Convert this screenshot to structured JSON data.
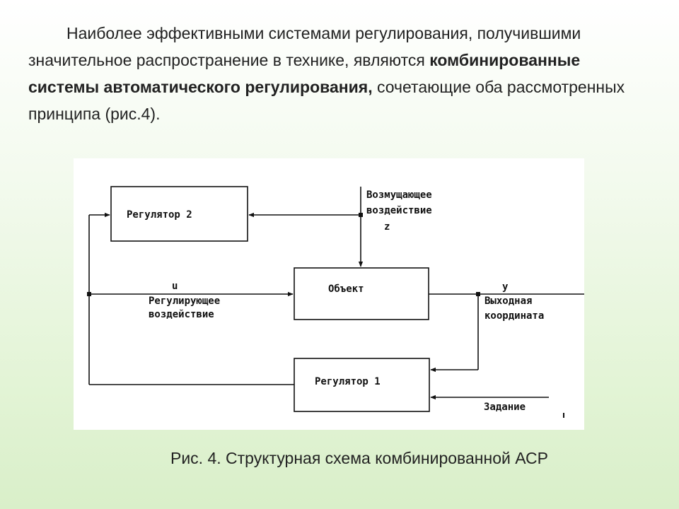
{
  "slide": {
    "paragraph": {
      "part1": "Наиболее эффективными системами регулирования, получившими значительное распространение в технике, являются ",
      "bold": "комбинированные системы автоматического регулирования,",
      "part2": " сочетающие оба рассмотренных принципа (рис.4)."
    },
    "caption": "Рис. 4. Структурная схема комбинированной АСР"
  },
  "diagram": {
    "blocks": {
      "regulator2": "Регулятор 2",
      "object": "Объект",
      "regulator1": "Регулятор 1"
    },
    "labels": {
      "disturbance_line1": "Возмущающее",
      "disturbance_line2": "воздействие",
      "disturbance_symbol": "z",
      "control_symbol": "u",
      "control_line1": "Регулирующее",
      "control_line2": "воздействие",
      "output_symbol": "y",
      "output_line1": "Выходная",
      "output_line2": "координата",
      "setpoint": "Задание"
    }
  }
}
